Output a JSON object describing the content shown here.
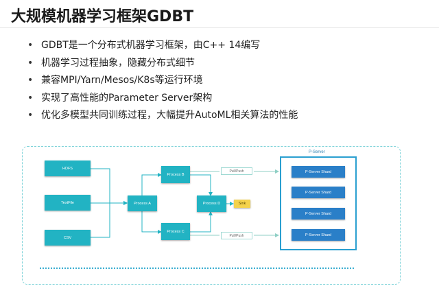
{
  "slide": {
    "title": "大规模机器学习框架GDBT"
  },
  "bullets": [
    "GDBT是一个分布式机器学习框架，由C++ 14编写",
    "机器学习过程抽象，隐藏分布式细节",
    "兼容MPI/Yarn/Mesos/K8s等运行环境",
    "实现了高性能的Parameter Server架构",
    "优化多模型共同训练过程，大幅提升AutoML相关算法的性能"
  ],
  "diagram": {
    "sources": [
      "HDFS",
      "TextFile",
      "CSV"
    ],
    "process_a": "Process A",
    "process_b": "Process B",
    "process_c": "Process C",
    "process_d": "Process D",
    "sink": "Sink",
    "pull_push": [
      "Pull/Push",
      "Pull/Push"
    ],
    "server_label": "P-Server",
    "shards": [
      "P-Server Shard",
      "P-Server Shard",
      "P-Server Shard",
      "P-Server Shard"
    ],
    "colors": {
      "node": "#22b3c3",
      "shard": "#2a7fc8",
      "server_border": "#2a9fd0",
      "sink": "#f4d24b",
      "frame": "#7fd3d9"
    }
  }
}
